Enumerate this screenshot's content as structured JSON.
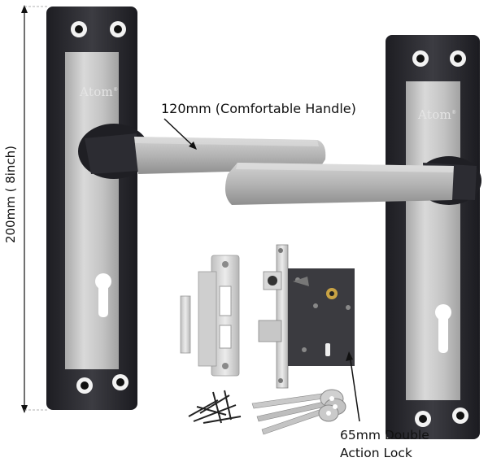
{
  "product": {
    "brand": "Atom",
    "brand_mark": "®"
  },
  "annotations": {
    "height_label": "200mm ( 8inch)",
    "handle_label": "120mm (Comfortable Handle)",
    "lock_label_line1": "65mm Double",
    "lock_label_line2": "Action Lock"
  },
  "colors": {
    "plate_dark": "#2b2b30",
    "plate_satin": "#c9c9c9",
    "handle_satin": "#bdbdbd",
    "lock_body": "#3a3a3e",
    "strike_steel": "#d7d7d7",
    "annotation": "#111111"
  }
}
